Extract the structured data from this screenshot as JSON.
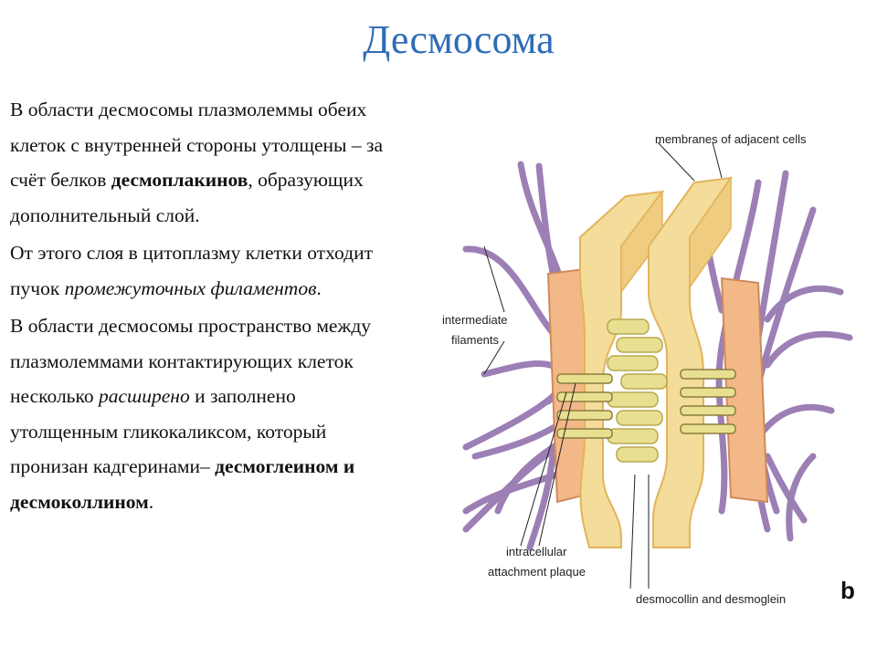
{
  "title": "Десмосома",
  "paragraphs": {
    "p1": {
      "a": "В области десмосомы плазмолеммы обеих клеток с внутренней стороны утолщены – за счёт белков ",
      "b": "десмоплакинов",
      "c": ", образующих дополнительный слой."
    },
    "p2": {
      "a": "От этого слоя в цитоплазму клетки отходит пучок ",
      "b": "промежуточных филаментов",
      "c": "."
    },
    "p3": {
      "a": "В области десмосомы пространство между плазмолеммами контактирующих клеток несколько ",
      "b": "расширено",
      "c": " и заполнено утолщенным гликокаликсом, который пронизан кадгеринами– ",
      "d": "десмоглеином и десмоколлином",
      "e": "."
    }
  },
  "figure": {
    "label_membranes": "membranes of adjacent cells",
    "label_filaments_1": "intermediate",
    "label_filaments_2": "filaments",
    "label_plaque_1": "intracellular",
    "label_plaque_2": "attachment plaque",
    "label_cadherins": "desmocollin and desmoglein",
    "panel_letter": "b",
    "colors": {
      "filament": "#9c7fb4",
      "membrane_face": "#f4dc9a",
      "membrane_edge": "#e2b45c",
      "plaque": "#f2b888",
      "plaque_edge": "#d08a5a",
      "link": "#e8e090"
    }
  }
}
